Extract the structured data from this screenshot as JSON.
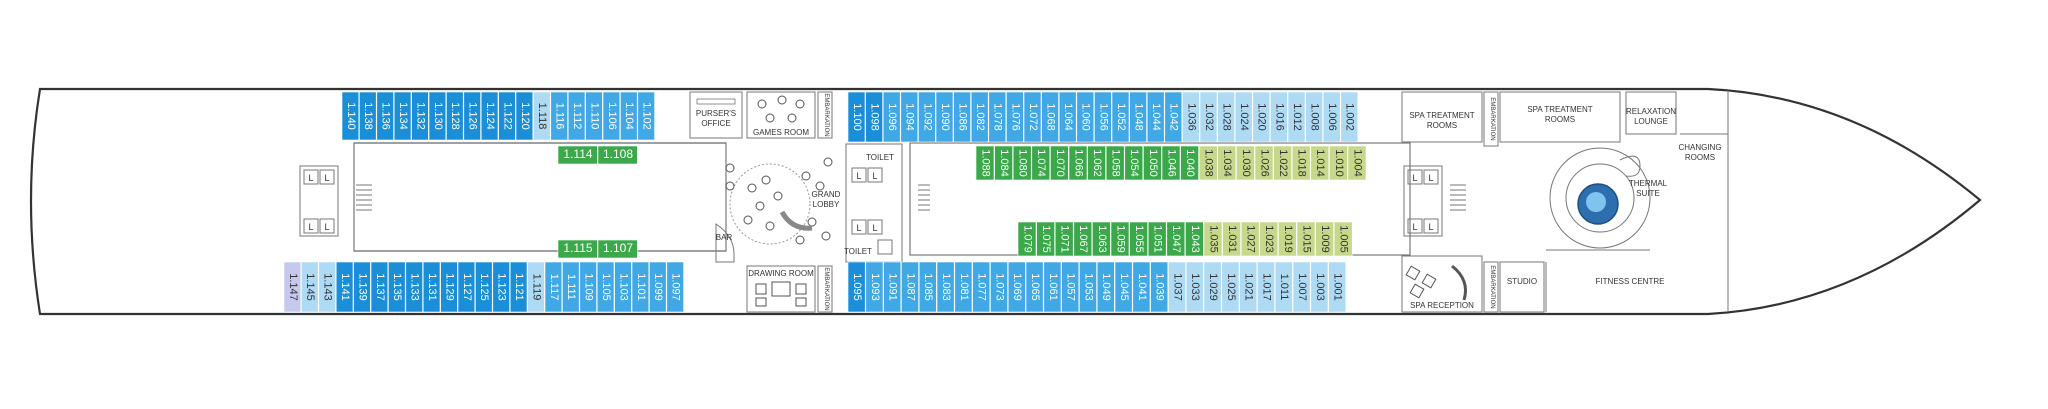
{
  "colors": {
    "outline": "#333333",
    "wall": "#777777",
    "cabin_dark": "#1a8fd8",
    "cabin_medium": "#41a8e6",
    "cabin_light": "#aedaf4",
    "cabin_lavender": "#c5c9ee",
    "suite_green": "#3ba84a",
    "suite_olive": "#c7d88a",
    "text_on_dark": "#ffffff",
    "text_on_light": "#333333"
  },
  "rooms": {
    "pursers_office": "PURSER'S OFFICE",
    "games_room": "GAMES ROOM",
    "grand_lobby": "GRAND LOBBY",
    "drawing_room": "DRAWING ROOM",
    "toilet_top": "TOILET",
    "toilet_bottom": "TOILET",
    "bar": "BAR",
    "embarkation_1": "EMBARKATION",
    "embarkation_2": "EMBARKATION",
    "embarkation_3": "EMBARKATION",
    "embarkation_4": "EMBARKATION",
    "spa_treatment_1": "SPA TREATMENT ROOMS",
    "spa_treatment_2": "SPA TREATMENT ROOMS",
    "relaxation_lounge": "RELAXATION LOUNGE",
    "changing_rooms": "CHANGING ROOMS",
    "thermal_suite": "THERMAL SUITE",
    "studio": "STUDIO",
    "fitness_centre": "FITNESS CENTRE",
    "spa_reception": "SPA RECEPTION"
  },
  "lift_label": "L",
  "cabin_rows": {
    "top_aft": [
      {
        "label": "1.140",
        "tone": "dark"
      },
      {
        "label": "1.138",
        "tone": "dark"
      },
      {
        "label": "1.136",
        "tone": "dark"
      },
      {
        "label": "1.134",
        "tone": "dark"
      },
      {
        "label": "1.132",
        "tone": "dark"
      },
      {
        "label": "1.130",
        "tone": "dark"
      },
      {
        "label": "1.128",
        "tone": "dark"
      },
      {
        "label": "1.126",
        "tone": "dark"
      },
      {
        "label": "1.124",
        "tone": "dark"
      },
      {
        "label": "1.122",
        "tone": "dark"
      },
      {
        "label": "1.120",
        "tone": "dark"
      },
      {
        "label": "1.118",
        "tone": "light"
      },
      {
        "label": "1.116",
        "tone": "medium"
      },
      {
        "label": "1.112",
        "tone": "medium"
      },
      {
        "label": "1.110",
        "tone": "medium"
      },
      {
        "label": "1.106",
        "tone": "medium"
      },
      {
        "label": "1.104",
        "tone": "medium"
      },
      {
        "label": "1.102",
        "tone": "medium"
      }
    ],
    "bottom_aft": [
      {
        "label": "1.147",
        "tone": "lavender"
      },
      {
        "label": "1.145",
        "tone": "light"
      },
      {
        "label": "1.143",
        "tone": "light"
      },
      {
        "label": "1.141",
        "tone": "dark"
      },
      {
        "label": "1.139",
        "tone": "dark"
      },
      {
        "label": "1.137",
        "tone": "dark"
      },
      {
        "label": "1.135",
        "tone": "dark"
      },
      {
        "label": "1.133",
        "tone": "dark"
      },
      {
        "label": "1.131",
        "tone": "dark"
      },
      {
        "label": "1.129",
        "tone": "dark"
      },
      {
        "label": "1.127",
        "tone": "dark"
      },
      {
        "label": "1.125",
        "tone": "dark"
      },
      {
        "label": "1.123",
        "tone": "dark"
      },
      {
        "label": "1.121",
        "tone": "dark"
      },
      {
        "label": "1.119",
        "tone": "light"
      },
      {
        "label": "1.117",
        "tone": "medium"
      },
      {
        "label": "1.111",
        "tone": "medium"
      },
      {
        "label": "1.109",
        "tone": "medium"
      },
      {
        "label": "1.105",
        "tone": "medium"
      },
      {
        "label": "1.103",
        "tone": "medium"
      },
      {
        "label": "1.101",
        "tone": "medium"
      },
      {
        "label": "1.099",
        "tone": "medium"
      },
      {
        "label": "1.097",
        "tone": "medium"
      }
    ],
    "top_fwd": [
      {
        "label": "1.100",
        "tone": "dark"
      },
      {
        "label": "1.098",
        "tone": "dark"
      },
      {
        "label": "1.096",
        "tone": "medium"
      },
      {
        "label": "1.094",
        "tone": "medium"
      },
      {
        "label": "1.092",
        "tone": "medium"
      },
      {
        "label": "1.090",
        "tone": "medium"
      },
      {
        "label": "1.086",
        "tone": "medium"
      },
      {
        "label": "1.082",
        "tone": "medium"
      },
      {
        "label": "1.078",
        "tone": "medium"
      },
      {
        "label": "1.076",
        "tone": "medium"
      },
      {
        "label": "1.072",
        "tone": "medium"
      },
      {
        "label": "1.068",
        "tone": "medium"
      },
      {
        "label": "1.064",
        "tone": "medium"
      },
      {
        "label": "1.060",
        "tone": "medium"
      },
      {
        "label": "1.056",
        "tone": "medium"
      },
      {
        "label": "1.052",
        "tone": "medium"
      },
      {
        "label": "1.048",
        "tone": "medium"
      },
      {
        "label": "1.044",
        "tone": "medium"
      },
      {
        "label": "1.042",
        "tone": "medium"
      },
      {
        "label": "1.036",
        "tone": "light"
      },
      {
        "label": "1.032",
        "tone": "light"
      },
      {
        "label": "1.028",
        "tone": "light"
      },
      {
        "label": "1.024",
        "tone": "light"
      },
      {
        "label": "1.020",
        "tone": "light"
      },
      {
        "label": "1.016",
        "tone": "light"
      },
      {
        "label": "1.012",
        "tone": "light"
      },
      {
        "label": "1.008",
        "tone": "light"
      },
      {
        "label": "1.006",
        "tone": "light"
      },
      {
        "label": "1.002",
        "tone": "light"
      }
    ],
    "bottom_fwd": [
      {
        "label": "1.095",
        "tone": "dark"
      },
      {
        "label": "1.093",
        "tone": "medium"
      },
      {
        "label": "1.091",
        "tone": "medium"
      },
      {
        "label": "1.087",
        "tone": "medium"
      },
      {
        "label": "1.085",
        "tone": "medium"
      },
      {
        "label": "1.083",
        "tone": "medium"
      },
      {
        "label": "1.081",
        "tone": "medium"
      },
      {
        "label": "1.077",
        "tone": "medium"
      },
      {
        "label": "1.073",
        "tone": "medium"
      },
      {
        "label": "1.069",
        "tone": "medium"
      },
      {
        "label": "1.065",
        "tone": "medium"
      },
      {
        "label": "1.061",
        "tone": "medium"
      },
      {
        "label": "1.057",
        "tone": "medium"
      },
      {
        "label": "1.053",
        "tone": "medium"
      },
      {
        "label": "1.049",
        "tone": "medium"
      },
      {
        "label": "1.045",
        "tone": "medium"
      },
      {
        "label": "1.041",
        "tone": "medium"
      },
      {
        "label": "1.039",
        "tone": "medium"
      },
      {
        "label": "1.037",
        "tone": "light"
      },
      {
        "label": "1.033",
        "tone": "light"
      },
      {
        "label": "1.029",
        "tone": "light"
      },
      {
        "label": "1.025",
        "tone": "light"
      },
      {
        "label": "1.021",
        "tone": "light"
      },
      {
        "label": "1.017",
        "tone": "light"
      },
      {
        "label": "1.011",
        "tone": "light"
      },
      {
        "label": "1.007",
        "tone": "light"
      },
      {
        "label": "1.003",
        "tone": "light"
      },
      {
        "label": "1.001",
        "tone": "light"
      }
    ]
  },
  "inner_suites": {
    "top_aft": [
      {
        "label": "1.114",
        "tone": "green"
      },
      {
        "label": "1.108",
        "tone": "green"
      }
    ],
    "bottom_aft": [
      {
        "label": "1.115",
        "tone": "green"
      },
      {
        "label": "1.107",
        "tone": "green"
      }
    ],
    "top_fwd": [
      {
        "label": "1.088",
        "tone": "green"
      },
      {
        "label": "1.084",
        "tone": "green"
      },
      {
        "label": "1.080",
        "tone": "green"
      },
      {
        "label": "1.074",
        "tone": "green"
      },
      {
        "label": "1.070",
        "tone": "green"
      },
      {
        "label": "1.066",
        "tone": "green"
      },
      {
        "label": "1.062",
        "tone": "green"
      },
      {
        "label": "1.058",
        "tone": "green"
      },
      {
        "label": "1.054",
        "tone": "green"
      },
      {
        "label": "1.050",
        "tone": "green"
      },
      {
        "label": "1.046",
        "tone": "green"
      },
      {
        "label": "1.040",
        "tone": "green"
      },
      {
        "label": "1.038",
        "tone": "olive"
      },
      {
        "label": "1.034",
        "tone": "olive"
      },
      {
        "label": "1.030",
        "tone": "olive"
      },
      {
        "label": "1.026",
        "tone": "olive"
      },
      {
        "label": "1.022",
        "tone": "olive"
      },
      {
        "label": "1.018",
        "tone": "olive"
      },
      {
        "label": "1.014",
        "tone": "olive"
      },
      {
        "label": "1.010",
        "tone": "olive"
      },
      {
        "label": "1.004",
        "tone": "olive"
      }
    ],
    "bottom_fwd": [
      {
        "label": "1.079",
        "tone": "green"
      },
      {
        "label": "1.075",
        "tone": "green"
      },
      {
        "label": "1.071",
        "tone": "green"
      },
      {
        "label": "1.067",
        "tone": "green"
      },
      {
        "label": "1.063",
        "tone": "green"
      },
      {
        "label": "1.059",
        "tone": "green"
      },
      {
        "label": "1.055",
        "tone": "green"
      },
      {
        "label": "1.051",
        "tone": "green"
      },
      {
        "label": "1.047",
        "tone": "green"
      },
      {
        "label": "1.043",
        "tone": "green"
      },
      {
        "label": "1.035",
        "tone": "olive"
      },
      {
        "label": "1.031",
        "tone": "olive"
      },
      {
        "label": "1.027",
        "tone": "olive"
      },
      {
        "label": "1.023",
        "tone": "olive"
      },
      {
        "label": "1.019",
        "tone": "olive"
      },
      {
        "label": "1.015",
        "tone": "olive"
      },
      {
        "label": "1.009",
        "tone": "olive"
      },
      {
        "label": "1.005",
        "tone": "olive"
      }
    ]
  }
}
